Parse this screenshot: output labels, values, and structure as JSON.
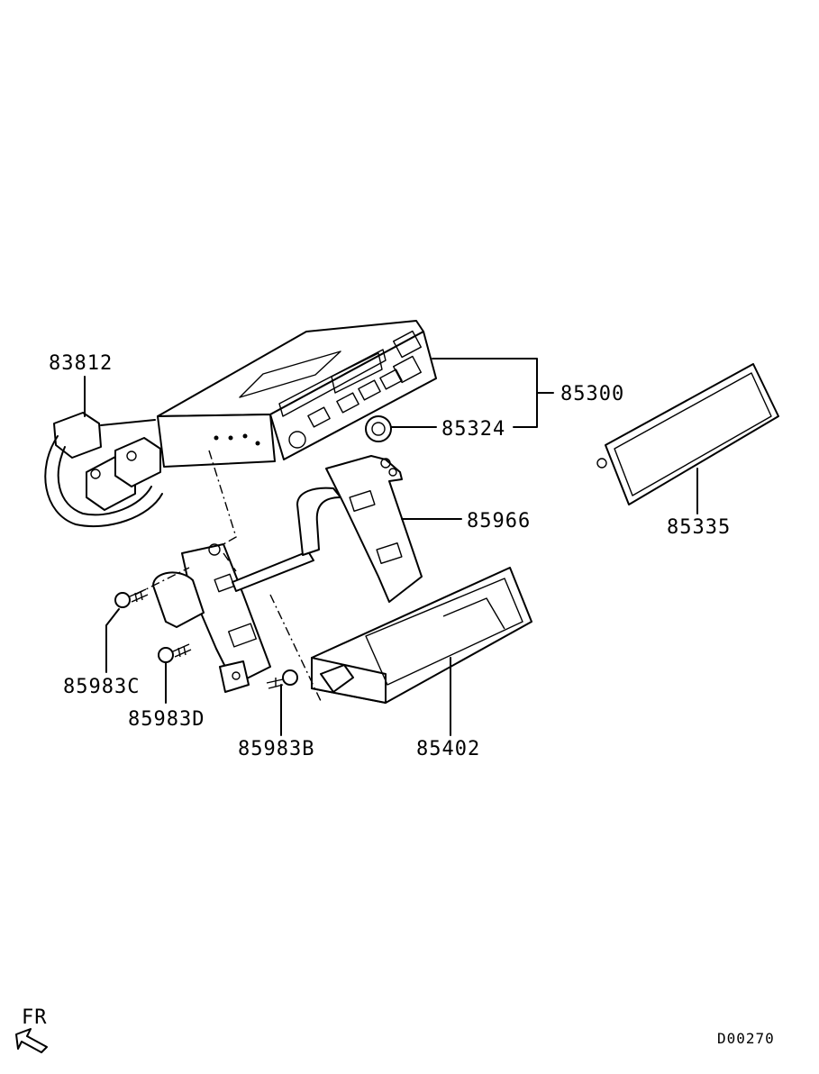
{
  "callouts": {
    "p83812": "83812",
    "p85300": "85300",
    "p85324": "85324",
    "p85966": "85966",
    "p85335": "85335",
    "p85983c": "85983C",
    "p85983d": "85983D",
    "p85983b": "85983B",
    "p85402": "85402"
  },
  "orientation": {
    "label": "FR",
    "icon": "front-direction-arrow-icon"
  },
  "diagram_code": "D00270",
  "colors": {
    "line": "#000000",
    "background": "#ffffff"
  }
}
